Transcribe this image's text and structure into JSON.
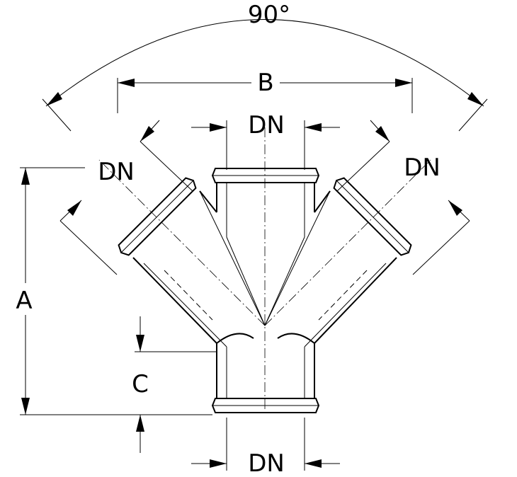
{
  "labels": {
    "angle": "90°",
    "b": "B",
    "dn_top": "DN",
    "dn_left": "DN",
    "dn_right": "DN",
    "dn_bottom": "DN",
    "a": "A",
    "c": "C"
  }
}
